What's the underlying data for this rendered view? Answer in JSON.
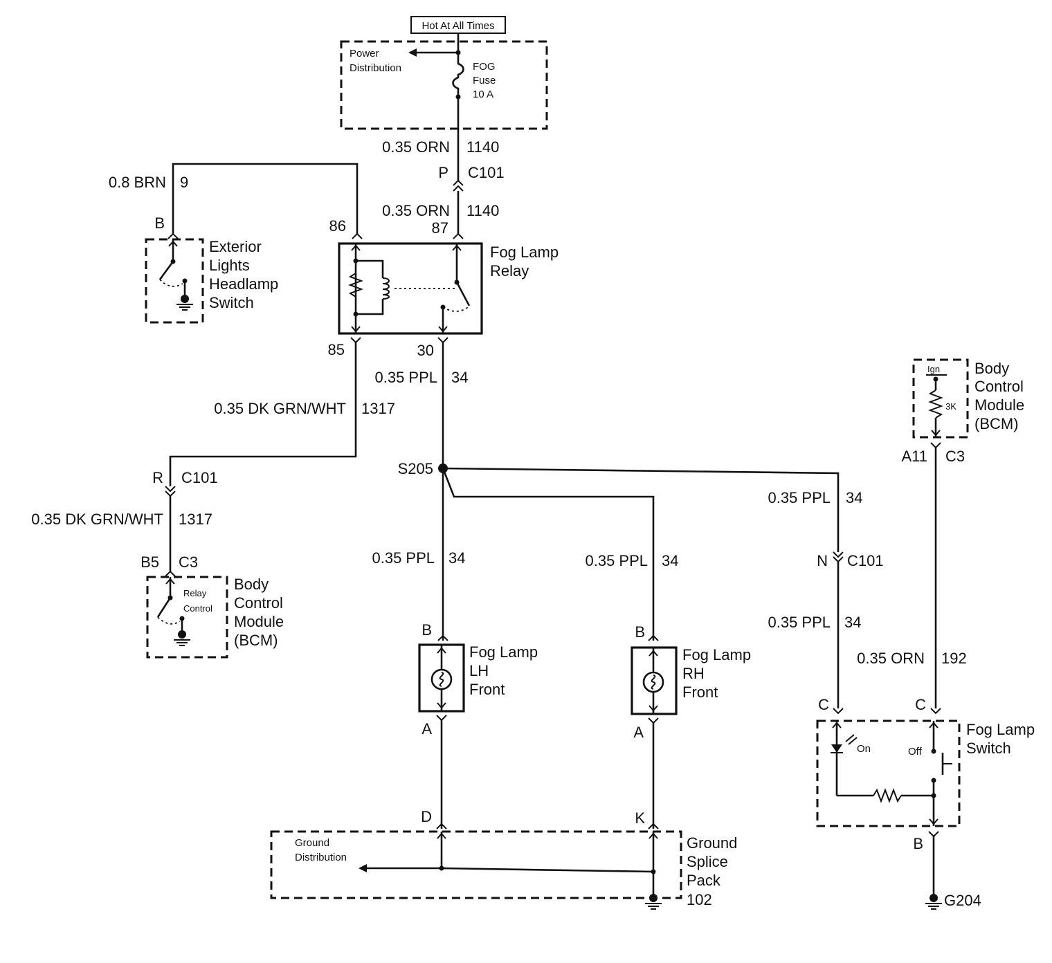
{
  "top_box": {
    "label": "Hot At All Times"
  },
  "power_distribution": {
    "line1": "Power",
    "line2": "Distribution"
  },
  "fuse": {
    "line1": "FOG",
    "line2": "Fuse",
    "line3": "10 A"
  },
  "wire_1140_upper": {
    "gauge_color": "0.35 ORN",
    "circuit": "1140"
  },
  "c101_p": {
    "pin": "P",
    "connector": "C101"
  },
  "wire_1140_lower": {
    "gauge_color": "0.35 ORN",
    "circuit": "1140"
  },
  "wire_9": {
    "gauge_color": "0.8 BRN",
    "circuit": "9"
  },
  "headlamp_switch": {
    "pin": "B",
    "line1": "Exterior",
    "line2": "Lights",
    "line3": "Headlamp",
    "line4": "Switch"
  },
  "relay": {
    "pin_86": "86",
    "pin_87": "87",
    "pin_85": "85",
    "pin_30": "30",
    "line1": "Fog Lamp",
    "line2": "Relay"
  },
  "wire_34_top": {
    "gauge_color": "0.35 PPL",
    "circuit": "34"
  },
  "wire_1317_upper": {
    "gauge_color": "0.35 DK GRN/WHT",
    "circuit": "1317"
  },
  "c101_r": {
    "pin": "R",
    "connector": "C101"
  },
  "wire_1317_lower": {
    "gauge_color": "0.35 DK GRN/WHT",
    "circuit": "1317"
  },
  "bcm_left": {
    "pin": "B5",
    "connector": "C3",
    "inner1": "Relay",
    "inner2": "Control",
    "line1": "Body",
    "line2": "Control",
    "line3": "Module",
    "line4": "(BCM)"
  },
  "splice": {
    "label": "S205"
  },
  "wire_34_lh": {
    "gauge_color": "0.35 PPL",
    "circuit": "34"
  },
  "wire_34_rh": {
    "gauge_color": "0.35 PPL",
    "circuit": "34"
  },
  "wire_34_right_upper": {
    "gauge_color": "0.35 PPL",
    "circuit": "34"
  },
  "c101_n": {
    "pin": "N",
    "connector": "C101"
  },
  "wire_34_right_lower": {
    "gauge_color": "0.35 PPL",
    "circuit": "34"
  },
  "fog_lh": {
    "pin_b": "B",
    "pin_a": "A",
    "line1": "Fog Lamp",
    "line2": "LH",
    "line3": "Front"
  },
  "fog_rh": {
    "pin_b": "B",
    "pin_a": "A",
    "line1": "Fog Lamp",
    "line2": "RH",
    "line3": "Front"
  },
  "bcm_right": {
    "ign": "Ign",
    "resistor": "3K",
    "line1": "Body",
    "line2": "Control",
    "line3": "Module",
    "line4": "(BCM)",
    "pin": "A11",
    "connector": "C3"
  },
  "wire_192": {
    "gauge_color": "0.35 ORN",
    "circuit": "192"
  },
  "fog_switch": {
    "pin_c_left": "C",
    "pin_c_right": "C",
    "on": "On",
    "off": "Off",
    "pin_b": "B",
    "line1": "Fog Lamp",
    "line2": "Switch"
  },
  "ground_g204": {
    "label": "G204"
  },
  "ground_pack": {
    "pin_d": "D",
    "pin_k": "K",
    "dist1": "Ground",
    "dist2": "Distribution",
    "line1": "Ground",
    "line2": "Splice",
    "line3": "Pack",
    "line4": "102"
  }
}
